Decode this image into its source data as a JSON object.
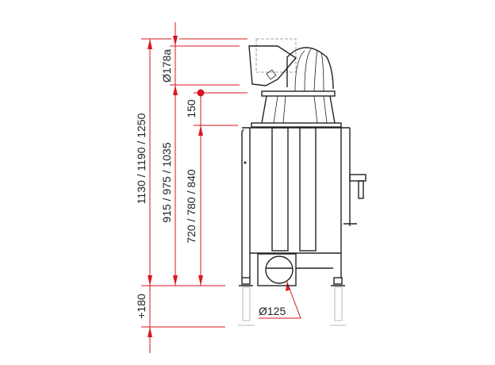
{
  "drawing": {
    "dimensions": {
      "total_height": "1130 / 1190 / 1250",
      "flue_height": "915 / 975 / 1035",
      "body_height": "720 / 780 / 840",
      "flue_diameter": "Ø178a",
      "flue_offset": "150",
      "leg_extension": "+180",
      "air_inlet_diameter": "Ø125"
    },
    "colors": {
      "dimension": "#d9161e",
      "outline": "#222222",
      "ghost": "#bbbbbb"
    }
  }
}
